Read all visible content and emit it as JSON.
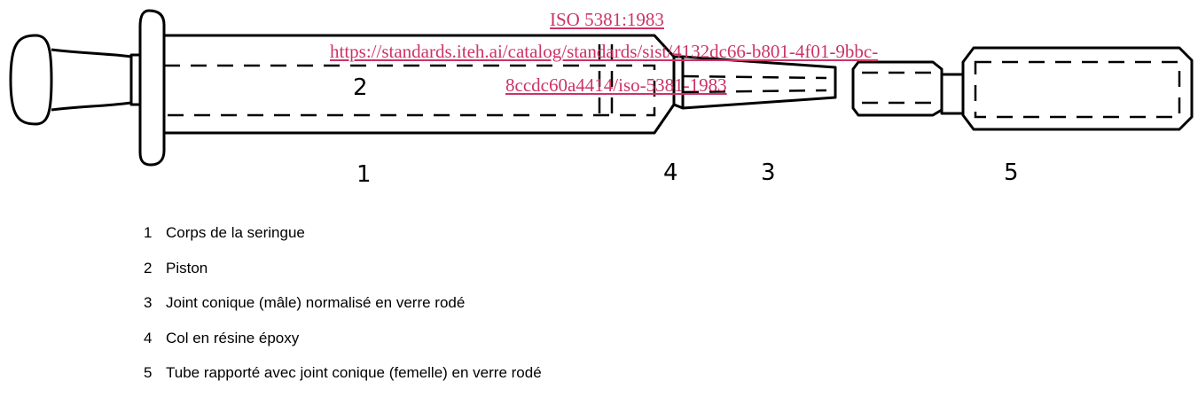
{
  "watermark": {
    "line1": "ISO 5381:1983",
    "line2": "https://standards.iteh.ai/catalog/standards/sist/4132dc66-b801-4f01-9bbc-",
    "line3": "8ccdc60a4414/iso-5381-1983"
  },
  "callouts": {
    "c2": "2",
    "c1": "1",
    "c4": "4",
    "c3": "3",
    "c5": "5"
  },
  "legend": {
    "items": [
      {
        "num": "1",
        "text": "Corps de la seringue"
      },
      {
        "num": "2",
        "text": "Piston"
      },
      {
        "num": "3",
        "text": "Joint conique (mâle) normalisé en verre rodé"
      },
      {
        "num": "4",
        "text": "Col en résine époxy"
      },
      {
        "num": "5",
        "text": "Tube rapporté avec joint conique (femelle) en verre rodé"
      }
    ]
  }
}
